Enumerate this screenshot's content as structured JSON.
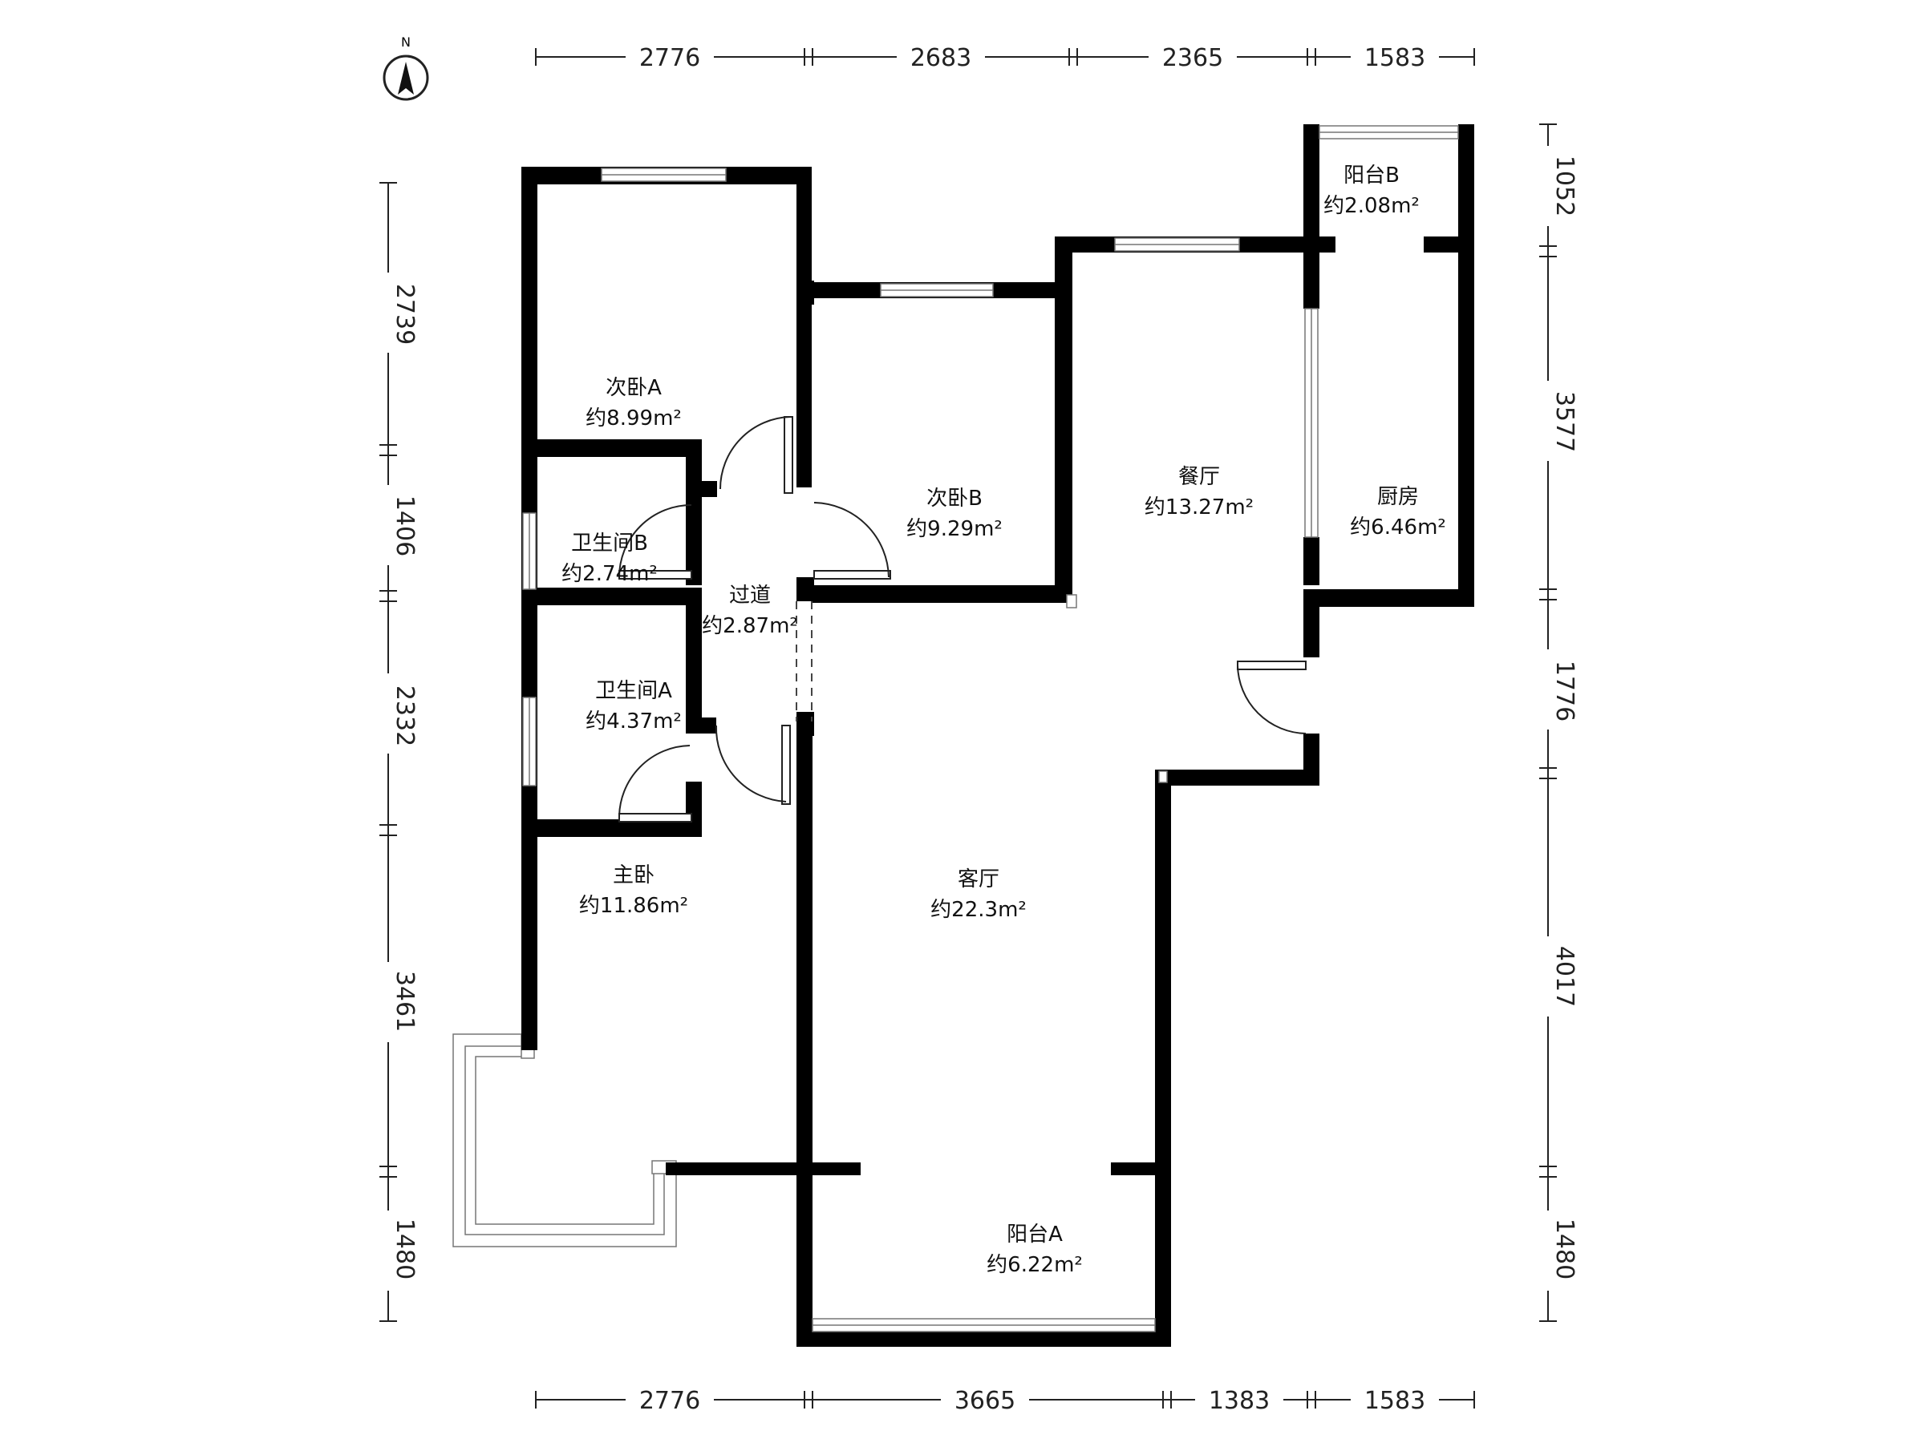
{
  "compass": {
    "label": "N"
  },
  "rooms": {
    "bedroom_a": {
      "name": "次卧A",
      "area": "约8.99m²"
    },
    "bedroom_b": {
      "name": "次卧B",
      "area": "约9.29m²"
    },
    "bath_b": {
      "name": "卫生间B",
      "area": "约2.74m²"
    },
    "hallway": {
      "name": "过道",
      "area": "约2.87m²"
    },
    "bath_a": {
      "name": "卫生间A",
      "area": "约4.37m²"
    },
    "master": {
      "name": "主卧",
      "area": "约11.86m²"
    },
    "living": {
      "name": "客厅",
      "area": "约22.3m²"
    },
    "dining": {
      "name": "餐厅",
      "area": "约13.27m²"
    },
    "kitchen": {
      "name": "厨房",
      "area": "约6.46m²"
    },
    "balcony_a": {
      "name": "阳台A",
      "area": "约6.22m²"
    },
    "balcony_b": {
      "name": "阳台B",
      "area": "约2.08m²"
    }
  },
  "dimensions": {
    "top": [
      "2776",
      "2683",
      "2365",
      "1583"
    ],
    "bottom": [
      "2776",
      "3665",
      "1383",
      "1583"
    ],
    "left": [
      "2739",
      "1406",
      "2332",
      "3461",
      "1480"
    ],
    "right": [
      "1052",
      "3577",
      "1776",
      "4017",
      "1480"
    ]
  }
}
